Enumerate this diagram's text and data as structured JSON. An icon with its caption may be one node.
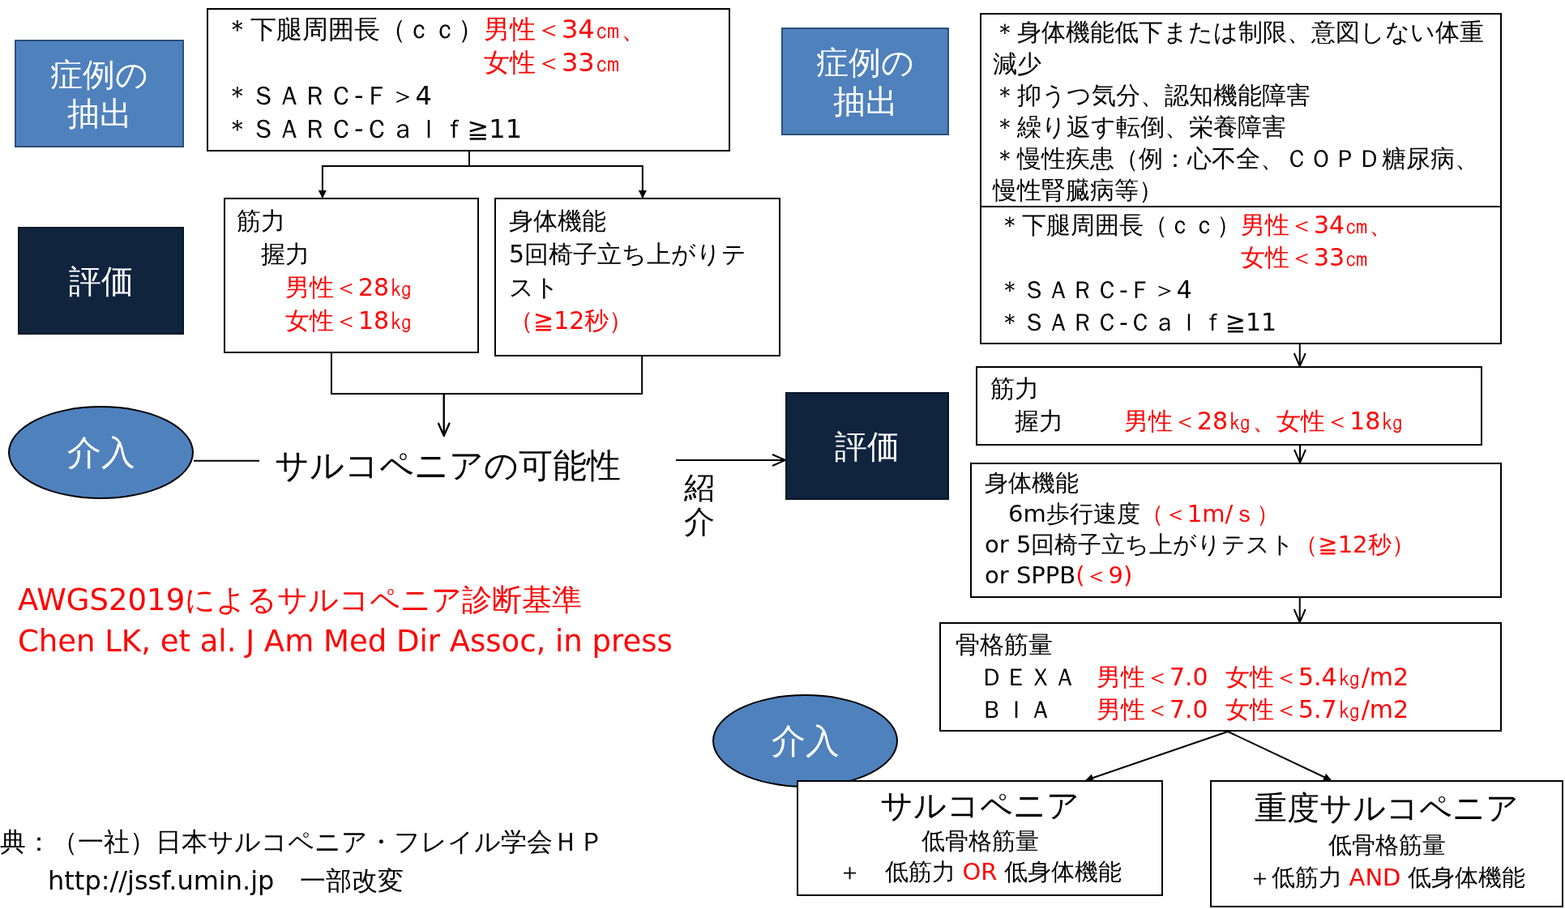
{
  "diagram": {
    "nodes": [
      {
        "text": [
          "症例の抽出"
        ]
      },
      {
        "text": [
          "＊下腿周囲長（ｃｃ）",
          "男性＜34㎝、女性＜33㎝",
          "＊ＳＡＲＣ-Ｆ＞4",
          "＊ＳＡＲＣ-Ｃａｌｆ≧11"
        ]
      },
      {
        "text": [
          "評価"
        ]
      },
      {
        "text": [
          "筋力",
          "握力",
          "男性＜28㎏女性＜18㎏"
        ]
      },
      {
        "text": [
          "身体機能",
          "5回椅子立ち上がりテスト",
          "（≧12秒）"
        ]
      },
      {
        "text": [
          "介入"
        ]
      },
      {
        "text": [
          "サルコペニアの可能性"
        ]
      },
      {
        "text": [
          "症例の抽出"
        ]
      },
      {
        "text": [
          "評価"
        ]
      },
      {
        "text": [
          "＊身体機能低下または制限、意図しない体重減少",
          "＊抑うつ気分、認知機能障害",
          "＊繰り返す転倒、栄養障害",
          "＊慢性疾患（例：心不全、ＣＯＰＤ糖尿病、慢性腎臓病等）"
        ]
      },
      {
        "text": [
          "＊下腿周囲長（ｃｃ）",
          "男性＜34㎝、女性＜33㎝",
          "＊ＳＡＲＣ-Ｆ＞4",
          "＊ＳＡＲＣ-Ｃａｌｆ≧11"
        ]
      },
      {
        "text": [
          "筋力",
          "握力",
          "男性＜28㎏、女性＜18㎏"
        ]
      },
      {
        "text": [
          "身体機能",
          "6m歩行速度",
          "（＜1m/ｓ）",
          "or 5回椅子立ち上がりテスト",
          "（≧12秒）",
          "or SPPB",
          "(＜9)"
        ]
      },
      {
        "text": [
          "骨格筋量",
          "ＤＥＸＡ",
          "男性＜7.0",
          "女性＜5.4㎏/m2",
          "ＢＩＡ",
          "男性＜7.0",
          "女性＜5.7㎏/m2"
        ]
      },
      {
        "text": [
          "介入"
        ]
      },
      {
        "text": [
          "サルコペニア",
          "低骨格筋量",
          "＋",
          "低筋力",
          "OR",
          "低身体機能"
        ]
      },
      {
        "text": [
          "重度サルコペニア",
          "低骨格筋量",
          "＋低筋力",
          "AND",
          "低身体機能"
        ]
      }
    ],
    "edges": [
      {
        "from": 1,
        "to": 3,
        "arrow": "to"
      },
      {
        "from": 1,
        "to": 4,
        "arrow": "to"
      },
      {
        "from": 3,
        "to": 6,
        "arrow": "to"
      },
      {
        "from": 4,
        "to": 6,
        "arrow": "to"
      },
      {
        "from": 5,
        "to": 6,
        "arrow": "none"
      },
      {
        "from": 6,
        "to": 8,
        "arrow": "to",
        "label": "紹介"
      },
      {
        "from": 10,
        "to": 11,
        "arrow": "to"
      },
      {
        "from": 11,
        "to": 12,
        "arrow": "to"
      },
      {
        "from": 12,
        "to": 13,
        "arrow": "to"
      },
      {
        "from": 13,
        "to": 15,
        "arrow": "to"
      },
      {
        "from": 13,
        "to": 16,
        "arrow": "to"
      }
    ],
    "labels": [
      "AWGS2019によるサルコペニア診断基準",
      "Chen LK, et al. J Am Med Dir Assoc, in press",
      "典：（一社）日本サルコペニア・フレイル学会ＨＰ",
      "http://jssf.umin.jp　一部改変"
    ]
  }
}
